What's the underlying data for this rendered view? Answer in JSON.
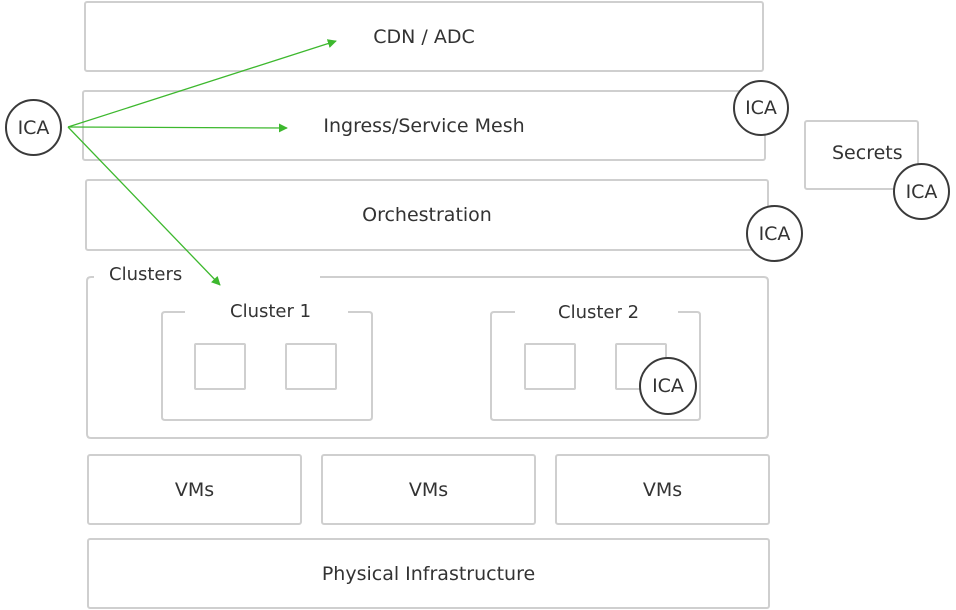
{
  "layers": {
    "cdn": "CDN / ADC",
    "ingress": "Ingress/Service Mesh",
    "orchestration": "Orchestration",
    "physical": "Physical Infrastructure"
  },
  "secrets": "Secrets",
  "clusters": {
    "label": "Clusters",
    "cluster1": "Cluster 1",
    "cluster2": "Cluster 2"
  },
  "vms": [
    "VMs",
    "VMs",
    "VMs"
  ],
  "ica_label": "ICA",
  "colors": {
    "border": "#cfcfcf",
    "arrow": "#3db82e",
    "circle": "#3a3a3a",
    "text": "#333333"
  }
}
